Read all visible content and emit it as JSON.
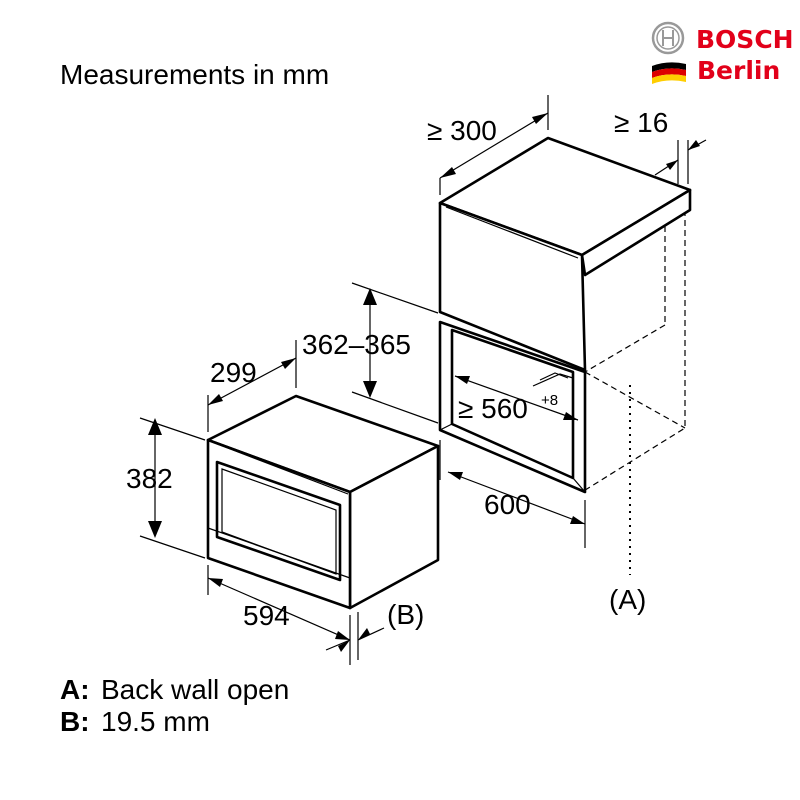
{
  "title": "Measurements in mm",
  "brand": {
    "line1": "BOSCH",
    "line2": "Berlin",
    "logo_icon": "bosch-armature-icon",
    "flag_icon": "german-flag-icon",
    "accent": "#e2001a"
  },
  "dimensions": {
    "niche_depth": "≥ 300",
    "gap": "≥ 16",
    "niche_height": "362–365",
    "niche_width": "≥ 560",
    "niche_width_tolerance": "+8",
    "cabinet_width": "600",
    "appliance_depth": "299",
    "appliance_height": "382",
    "appliance_width": "594"
  },
  "labels": {
    "a": "(A)",
    "b": "(B)"
  },
  "notes": [
    {
      "key": "A:",
      "value": "Back wall open"
    },
    {
      "key": "B:",
      "value": "19.5 mm"
    }
  ]
}
